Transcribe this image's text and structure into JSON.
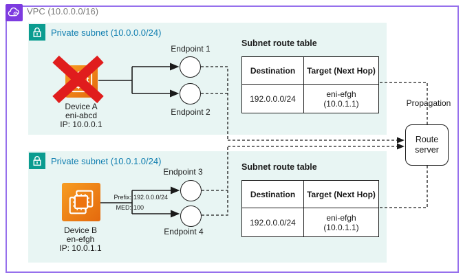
{
  "vpc": {
    "label": "VPC (10.0.0.0/16)"
  },
  "subnets": [
    {
      "label": "Private subnet (10.0.0.0/24)"
    },
    {
      "label": "Private subnet (10.0.1.0/24)"
    }
  ],
  "devices": [
    {
      "line1": "Device A",
      "line2": "eni-abcd",
      "line3": "IP: 10.0.0.1",
      "status": "unavailable (red X)"
    },
    {
      "line1": "Device B",
      "line2": "en-efgh",
      "line3": "IP: 10.0.1.1",
      "status": "active"
    }
  ],
  "endpoints": [
    {
      "label": "Endpoint 1"
    },
    {
      "label": "Endpoint 2"
    },
    {
      "label": "Endpoint 3"
    },
    {
      "label": "Endpoint 4"
    }
  ],
  "route_tables": [
    {
      "title": "Subnet route table",
      "col_destination": "Destination",
      "col_target": "Target (Next Hop)",
      "row": {
        "destination": "192.0.0.0/24",
        "target_line1": "eni-efgh",
        "target_line2": "(10.0.1.1)"
      }
    },
    {
      "title": "Subnet route table",
      "col_destination": "Destination",
      "col_target": "Target (Next Hop)",
      "row": {
        "destination": "192.0.0.0/24",
        "target_line1": "eni-efgh",
        "target_line2": "(10.0.1.1)"
      }
    }
  ],
  "route_server": {
    "label": "Route server"
  },
  "propagation_label": "Propagation",
  "bgp_advertisement": {
    "prefix_label": "Prefix:",
    "prefix_value": "192.0.0.0/24",
    "med_label": "MED:",
    "med_value": "100"
  },
  "icons": {
    "vpc": "cloud-icon",
    "subnet": "lock-icon",
    "device": "network-interface-icon",
    "device_a_overlay": "red-x-icon"
  },
  "colors": {
    "vpc_border": "#9670ec",
    "vpc_icon": "#7d3be0",
    "subnet_bg": "#e8f5f3",
    "subnet_icon": "#0b9c90",
    "subnet_title": "#0e7daf",
    "device_orange_light": "#f79c22",
    "device_orange_dark": "#e4690d",
    "error_red": "#e01d1d",
    "line_black": "#1a1a1a"
  }
}
